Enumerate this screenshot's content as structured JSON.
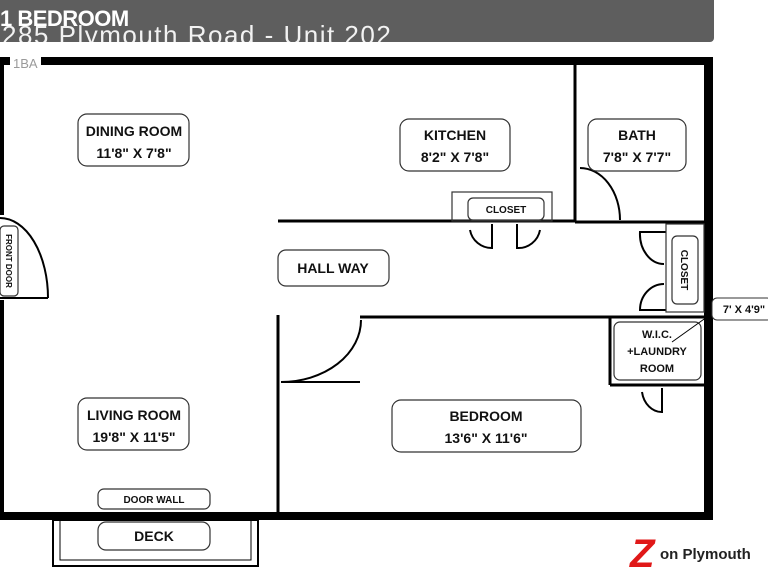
{
  "header": {
    "title": "1 BEDROOM",
    "address": "285 Plymouth Road - Unit 202",
    "subtitle": "1BA"
  },
  "rooms": {
    "dining_room": {
      "name": "DINING ROOM",
      "size": "11'8\" X 7'8\""
    },
    "kitchen": {
      "name": "KITCHEN",
      "size": "8'2\" X 7'8\""
    },
    "bath": {
      "name": "BATH",
      "size": "7'8\" X 7'7\""
    },
    "hall_way": {
      "name": "HALL WAY"
    },
    "living_room": {
      "name": "LIVING ROOM",
      "size": "19'8\" X 11'5\""
    },
    "bedroom": {
      "name": "BEDROOM",
      "size": "13'6\" X 11'6\""
    },
    "wic": {
      "line1": "W.I.C.",
      "line2": "+LAUNDRY",
      "line3": "ROOM"
    },
    "wic_size": "7' X 4'9\"",
    "kitchen_closet": "CLOSET",
    "hall_closet": "CLOSET",
    "front_door": "FRONT DOOR",
    "door_wall": "DOOR WALL",
    "deck": "DECK"
  },
  "brand": {
    "mark": "Z",
    "name": "on Plymouth"
  },
  "colors": {
    "wall": "#000000",
    "header_bg": "#5e5e5e",
    "brand_red": "#e01818"
  }
}
